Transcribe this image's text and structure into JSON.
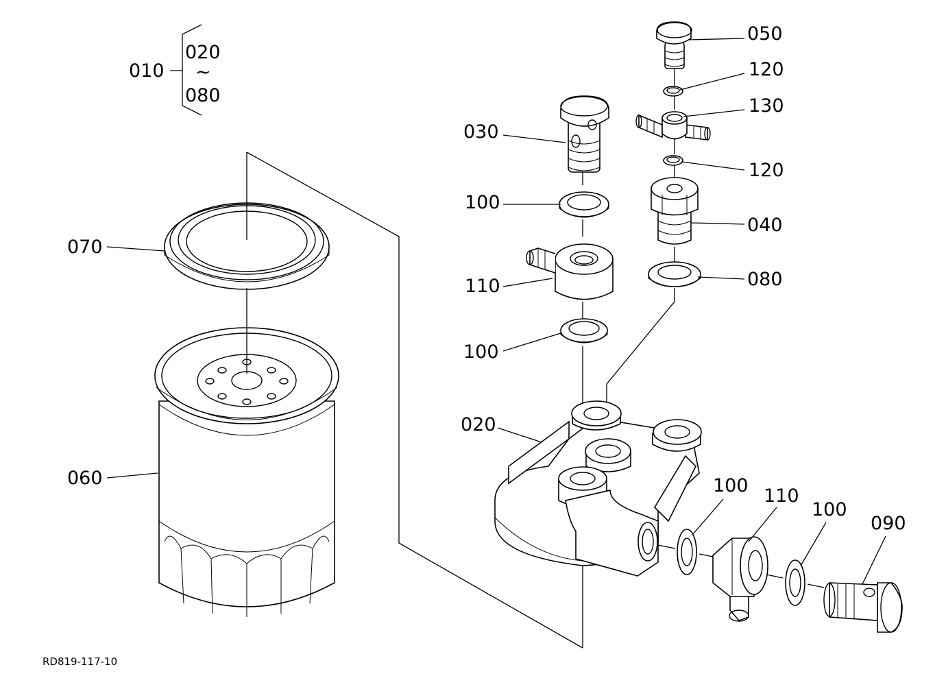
{
  "callouts": {
    "c010": "010",
    "c020_range": "020",
    "c080_range": "080",
    "c050": "050",
    "c120_top": "120",
    "c130": "130",
    "c120_bottom": "120",
    "c030": "030",
    "c100_a": "100",
    "c040": "040",
    "c070": "070",
    "c110_a": "110",
    "c080": "080",
    "c100_b": "100",
    "c020": "020",
    "c060": "060",
    "c100_c": "100",
    "c110_b": "110",
    "c100_d": "100",
    "c090": "090",
    "range_sep": "~"
  },
  "document_id": "RD819-117-10"
}
